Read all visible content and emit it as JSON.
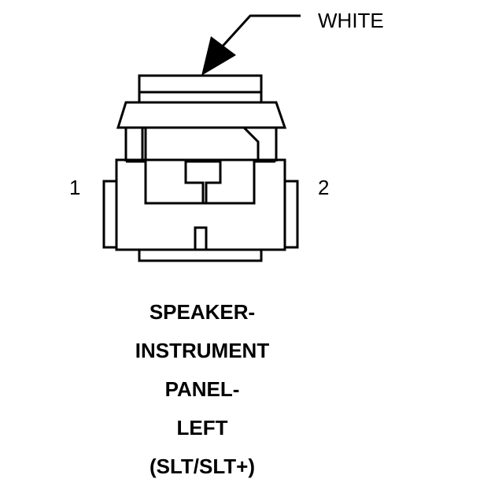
{
  "connector": {
    "color_label": "WHITE",
    "pin_labels": [
      "1",
      "2"
    ],
    "name_lines": [
      "SPEAKER-",
      "INSTRUMENT",
      "PANEL-",
      "LEFT",
      "(SLT/SLT+)"
    ]
  }
}
